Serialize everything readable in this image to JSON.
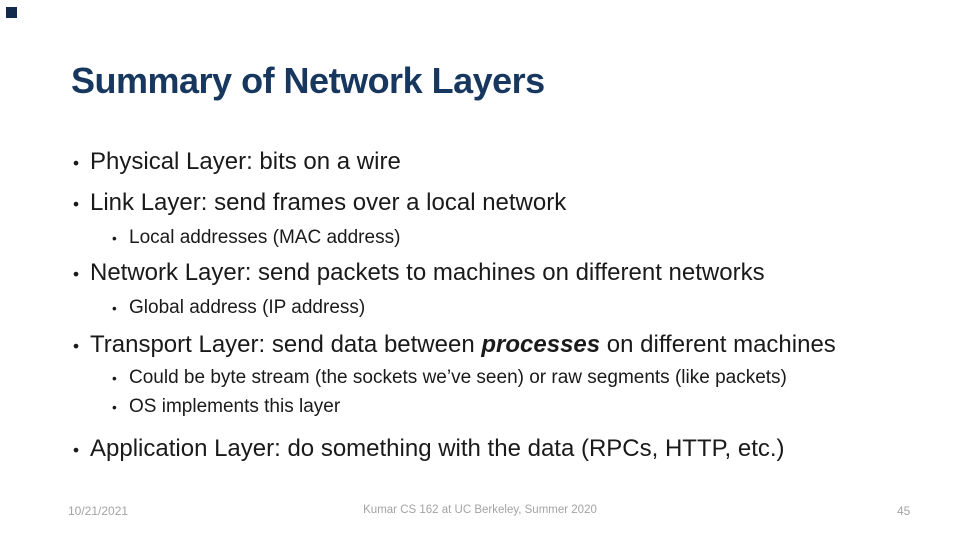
{
  "slide": {
    "title": "Summary of Network Layers",
    "colors": {
      "title": "#17375E",
      "body_text": "#1A1A1A",
      "footer_text": "#A3A3A3",
      "corner_accent": "#122A4C"
    }
  },
  "glyphs": {
    "bullet": "•"
  },
  "bullets": [
    {
      "level": 1,
      "text": "Physical Layer: bits on a wire"
    },
    {
      "level": 1,
      "text": "Link Layer: send frames over a local network"
    },
    {
      "level": 2,
      "text": "Local addresses (MAC address)"
    },
    {
      "level": 1,
      "text": "Network Layer: send packets to machines on different networks"
    },
    {
      "level": 2,
      "text": "Global address (IP address)"
    },
    {
      "level": 1,
      "text_before": "Transport Layer: send data between ",
      "emphasis": "processes",
      "text_after": " on different machines"
    },
    {
      "level": 2,
      "text": "Could be byte stream (the sockets we’ve seen) or raw segments (like packets)"
    },
    {
      "level": 2,
      "text": "OS implements this layer"
    },
    {
      "level": 1,
      "text": "Application Layer: do something with the data (RPCs, HTTP, etc.)"
    }
  ],
  "footer": {
    "date": "10/21/2021",
    "credit": "Kumar CS 162 at UC Berkeley, Summer 2020",
    "page_number": "45"
  }
}
